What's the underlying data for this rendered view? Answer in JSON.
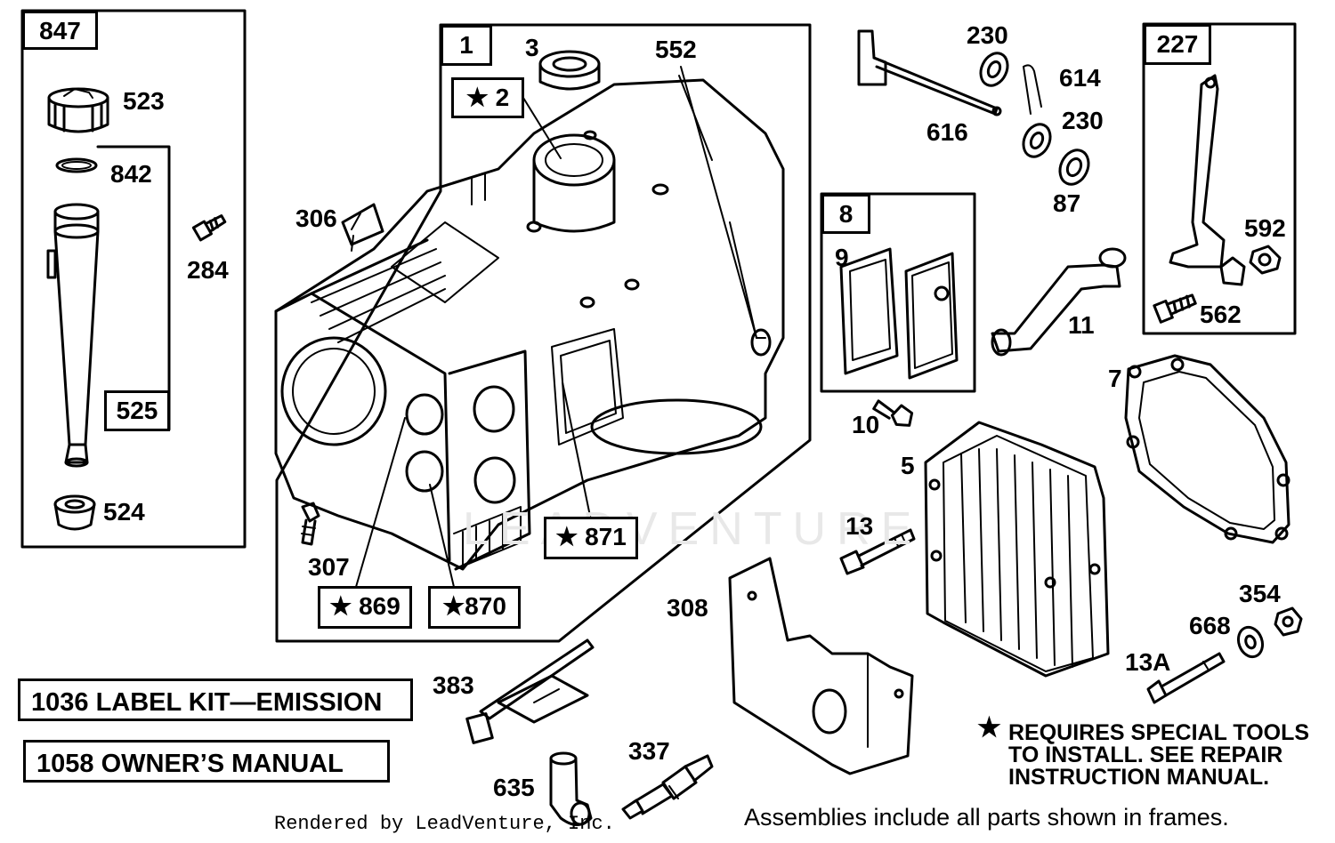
{
  "parts": {
    "p847": "847",
    "p523": "523",
    "p842": "842",
    "p284": "284",
    "p525": "525",
    "p524": "524",
    "p1": "1",
    "p3": "3",
    "p552": "552",
    "p2": "★ 2",
    "p306": "306",
    "p307": "307",
    "p869": "★ 869",
    "p870": "★870",
    "p871": "★ 871",
    "p230a": "230",
    "p614": "614",
    "p616": "616",
    "p230b": "230",
    "p87": "87",
    "p227": "227",
    "p592": "592",
    "p562": "562",
    "p8": "8",
    "p9": "9",
    "p11": "11",
    "p7": "7",
    "p10": "10",
    "p5": "5",
    "p13": "13",
    "p308": "308",
    "p354": "354",
    "p668": "668",
    "p13a": "13A",
    "p383": "383",
    "p337": "337",
    "p635": "635"
  },
  "kits": {
    "label_kit": "1036 LABEL KIT—EMISSION",
    "owners_manual": "1058 OWNER’S MANUAL"
  },
  "note": {
    "star": "★",
    "line1": "REQUIRES SPECIAL TOOLS",
    "line2": "TO INSTALL.  SEE REPAIR",
    "line3": "INSTRUCTION MANUAL."
  },
  "footer": {
    "credit": "Rendered by LeadVenture, Inc.",
    "assemblies": "Assemblies include all parts shown in frames."
  },
  "watermark": "LEADVENTURE"
}
